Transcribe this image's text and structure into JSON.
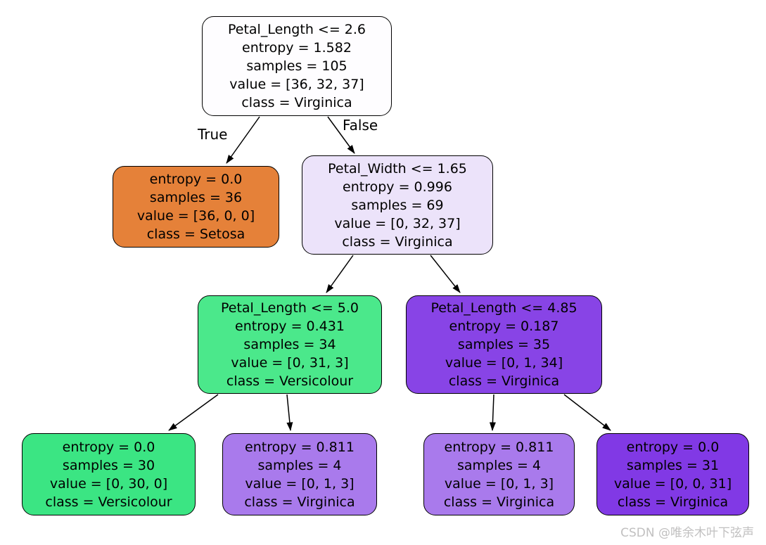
{
  "tree": {
    "edge_labels": {
      "true_label": "True",
      "false_label": "False"
    },
    "nodes": [
      {
        "name": "root-petal-length-2-6",
        "color": "#fefdff",
        "lines": [
          "Petal_Length <= 2.6",
          "entropy = 1.582",
          "samples = 105",
          "value = [36, 32, 37]",
          "class = Virginica"
        ]
      },
      {
        "name": "setosa-leaf",
        "color": "#e58139",
        "lines": [
          "entropy = 0.0",
          "samples = 36",
          "value = [36, 0, 0]",
          "class = Setosa"
        ]
      },
      {
        "name": "petal-width-1-65",
        "color": "#ece3fa",
        "lines": [
          "Petal_Width <= 1.65",
          "entropy = 0.996",
          "samples = 69",
          "value = [0, 32, 37]",
          "class = Virginica"
        ]
      },
      {
        "name": "petal-length-5-0",
        "color": "#4be88b",
        "lines": [
          "Petal_Length <= 5.0",
          "entropy = 0.431",
          "samples = 34",
          "value = [0, 31, 3]",
          "class = Versicolour"
        ]
      },
      {
        "name": "petal-length-4-85",
        "color": "#8844e6",
        "lines": [
          "Petal_Length <= 4.85",
          "entropy = 0.187",
          "samples = 35",
          "value = [0, 1, 34]",
          "class = Virginica"
        ]
      },
      {
        "name": "versicolour-leaf",
        "color": "#3be583",
        "lines": [
          "entropy = 0.0",
          "samples = 30",
          "value = [0, 30, 0]",
          "class = Versicolour"
        ]
      },
      {
        "name": "virginica-mixed-leaf-1",
        "color": "#a97aec",
        "lines": [
          "entropy = 0.811",
          "samples = 4",
          "value = [0, 1, 3]",
          "class = Virginica"
        ]
      },
      {
        "name": "virginica-mixed-leaf-2",
        "color": "#a97aec",
        "lines": [
          "entropy = 0.811",
          "samples = 4",
          "value = [0, 1, 3]",
          "class = Virginica"
        ]
      },
      {
        "name": "virginica-pure-leaf",
        "color": "#8139e5",
        "lines": [
          "entropy = 0.0",
          "samples = 31",
          "value = [0, 0, 31]",
          "class = Virginica"
        ]
      }
    ]
  },
  "watermark": {
    "text": "CSDN @唯余木叶下弦声"
  }
}
